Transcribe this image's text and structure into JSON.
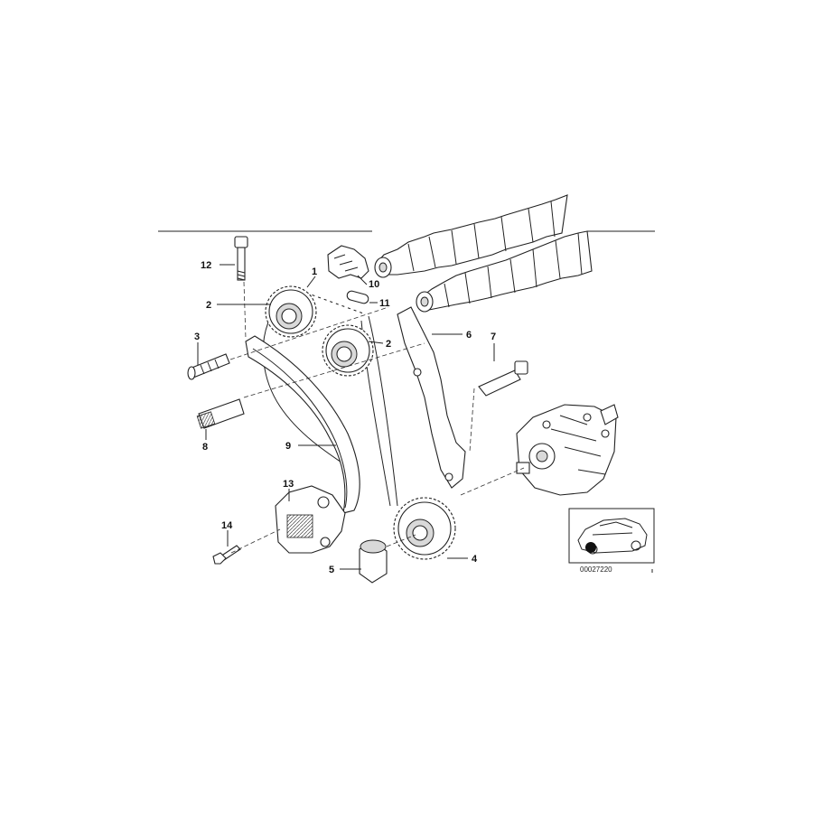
{
  "diagram": {
    "reference_number": "00027220",
    "callouts": [
      {
        "id": "c1",
        "label": "1"
      },
      {
        "id": "c2a",
        "label": "2"
      },
      {
        "id": "c2b",
        "label": "2"
      },
      {
        "id": "c3",
        "label": "3"
      },
      {
        "id": "c4",
        "label": "4"
      },
      {
        "id": "c5",
        "label": "5"
      },
      {
        "id": "c6",
        "label": "6"
      },
      {
        "id": "c7",
        "label": "7"
      },
      {
        "id": "c8",
        "label": "8"
      },
      {
        "id": "c9",
        "label": "9"
      },
      {
        "id": "c10",
        "label": "10"
      },
      {
        "id": "c11",
        "label": "11"
      },
      {
        "id": "c12",
        "label": "12"
      },
      {
        "id": "c13",
        "label": "13"
      },
      {
        "id": "c14",
        "label": "14"
      }
    ]
  }
}
